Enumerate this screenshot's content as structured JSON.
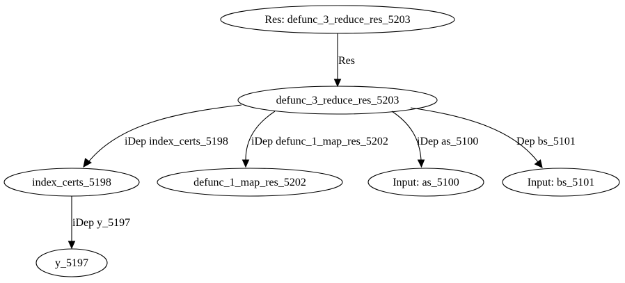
{
  "nodes": {
    "res_root": "Res: defunc_3_reduce_res_5203",
    "reduce": "defunc_3_reduce_res_5203",
    "index_certs": "index_certs_5198",
    "map_res": "defunc_1_map_res_5202",
    "input_as": "Input: as_5100",
    "input_bs": "Input: bs_5101",
    "y": "y_5197"
  },
  "edges": {
    "res": "Res",
    "idep_index_certs": "iDep index_certs_5198",
    "idep_map_res": "iDep defunc_1_map_res_5202",
    "idep_as": "iDep as_5100",
    "dep_bs": "Dep bs_5101",
    "idep_y": "iDep y_5197"
  }
}
